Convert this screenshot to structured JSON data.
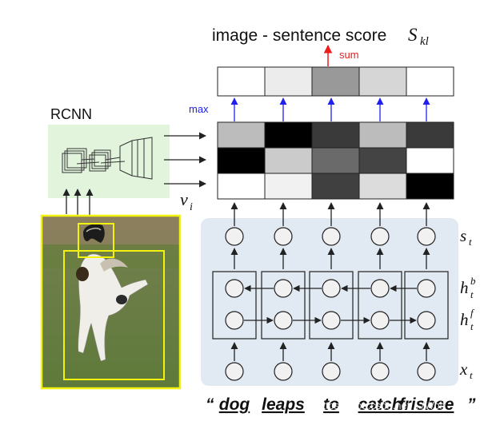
{
  "title": {
    "prefix": "image - sentence score",
    "symbol": "S",
    "subscript": "kl"
  },
  "sum_label": "sum",
  "max_label": "max",
  "rcnn_label": "RCNN",
  "region_label": {
    "symbol": "v",
    "subscript": "i"
  },
  "row_labels": {
    "s": {
      "symbol": "s",
      "subscript": "t"
    },
    "hb": {
      "symbol": "h",
      "superscript": "b",
      "subscript": "t"
    },
    "hf": {
      "symbol": "h",
      "superscript": "f",
      "subscript": "t"
    },
    "x": {
      "symbol": "x",
      "subscript": "t"
    }
  },
  "sentence": {
    "open_quote": "“",
    "close_quote": "”",
    "words": [
      "dog",
      "leaps",
      "to",
      "catch",
      "frisbee"
    ]
  },
  "watermark": "https://blog.csdn.net/.../Wolf",
  "score_row": [
    "#ffffff",
    "#ececec",
    "#999999",
    "#d6d6d6",
    "#ffffff"
  ],
  "alignment_matrix": [
    [
      "#bcbcbc",
      "#000000",
      "#3a3a3a",
      "#bcbcbc",
      "#3a3a3a"
    ],
    [
      "#000000",
      "#cbcbcb",
      "#6a6a6a",
      "#444444",
      "#ffffff"
    ],
    [
      "#ffffff",
      "#f1f1f1",
      "#404040",
      "#dcdcdc",
      "#000000"
    ]
  ],
  "colors": {
    "rnn_panel": "#e1e9f2",
    "rcnn_panel": "#e2f4dc",
    "sum_arrow": "#ee1c1c",
    "max_arrow": "#2020ee",
    "box_yellow": "#f2f20c"
  }
}
